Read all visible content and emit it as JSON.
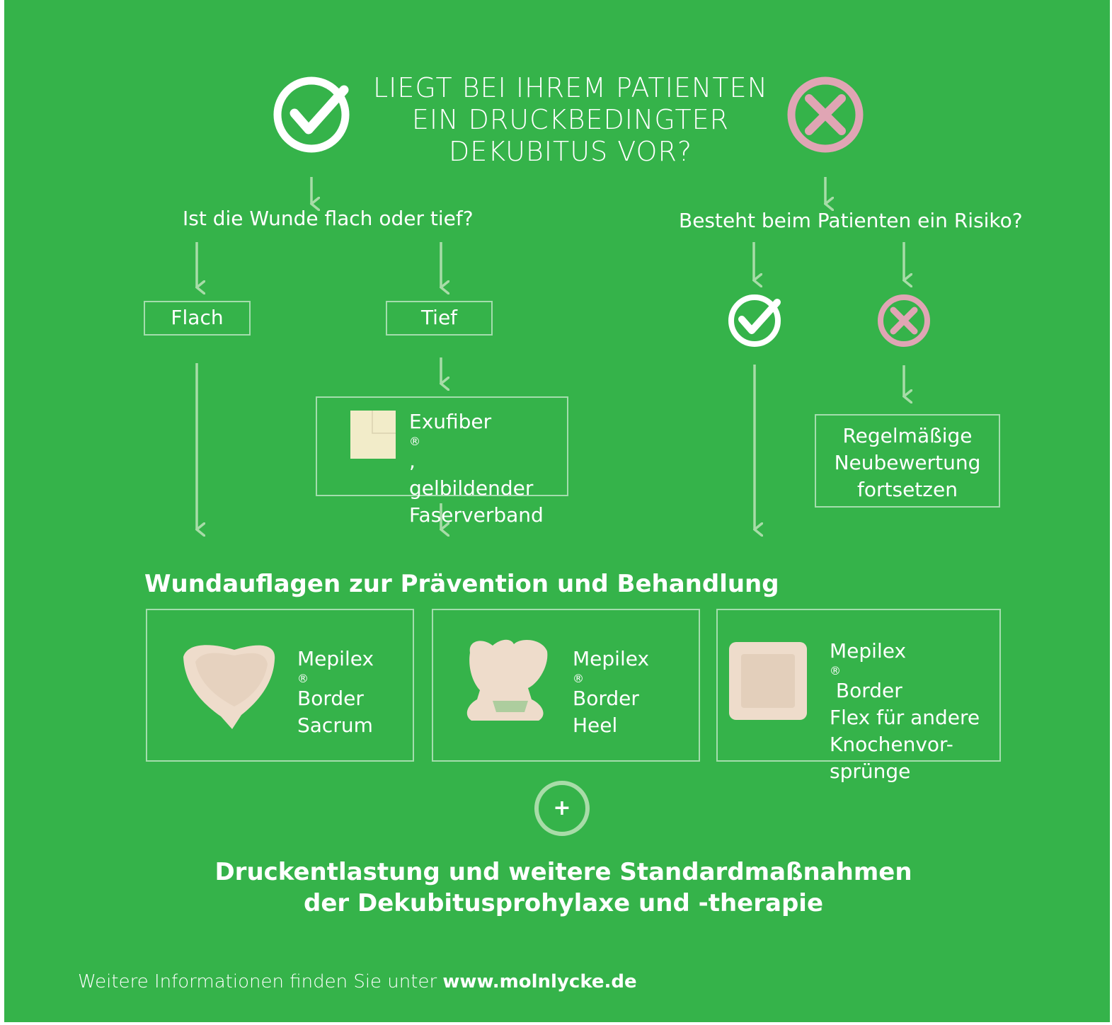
{
  "question": {
    "line1": "LIEGT BEI IHREM PATIENTEN",
    "line2": "EIN DRUCKBEDINGTER",
    "line3": "DEKUBITUS VOR?"
  },
  "left_branch": {
    "question": "Ist die Wunde flach oder tief?",
    "option_flat": "Flach",
    "option_deep": "Tief",
    "exufiber": {
      "name": "Exufiber",
      "reg": "®",
      "comma": ",",
      "line2": "gelbildender",
      "line3": "Faserverband"
    }
  },
  "right_branch": {
    "question": "Besteht beim Patienten ein Risiko?",
    "reassess": {
      "line1": "Regelmäßige",
      "line2": "Neubewertung",
      "line3": "fortsetzen"
    }
  },
  "products": {
    "heading": "Wundauflagen zur Prävention und Behandlung",
    "items": [
      {
        "line1": "Mepilex",
        "reg": "®",
        "line2": "Border",
        "line3": "Sacrum"
      },
      {
        "line1": "Mepilex",
        "reg": "®",
        "line2": "Border",
        "line3": "Heel"
      },
      {
        "line1": "Mepilex",
        "reg": "®",
        "line1b": " Border",
        "line2": "Flex für andere",
        "line3": "Knochenvor-",
        "line4": "sprünge"
      }
    ]
  },
  "plus_symbol": "+",
  "footer": {
    "line1": "Druckentlastung und weitere Standardmaßnahmen",
    "line2": "der Dekubitusprohylaxe und -therapie"
  },
  "info": {
    "text": "Weitere Informationen finden Sie unter ",
    "url": "www.molnlycke.de"
  },
  "colors": {
    "background": "#35b34a",
    "yes": "#ffffff",
    "no": "#e0a5b4",
    "arrow": "#a8dca8",
    "product": "#eedccb"
  }
}
